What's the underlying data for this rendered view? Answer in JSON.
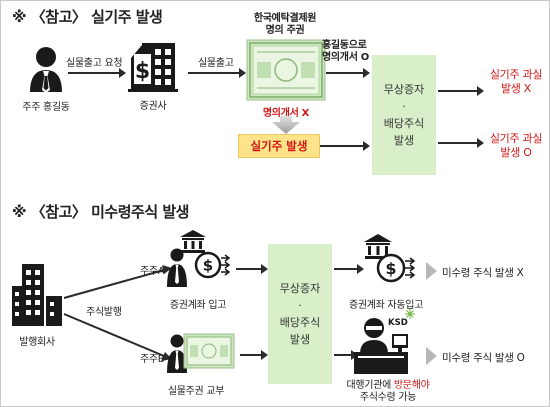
{
  "section1": {
    "title": "※ 〈참고〉 실기주 발생",
    "shareholder_label": "주주 홍길동",
    "arrow1_label": "실물출고 요청",
    "broker_label": "증권사",
    "arrow2_label": "실물출고",
    "ksd_title_line1": "한국예탁결제원",
    "ksd_title_line2": "명의 주권",
    "name_transfer_no": "명의개서 X",
    "name_transfer_yes_line1": "홍길동으로",
    "name_transfer_yes_line2": "명의개서 O",
    "unclaimed_box": "실기주 발생",
    "green_line1": "무상증자",
    "green_line2": "·",
    "green_line3": "배당주식",
    "green_line4": "발생",
    "result1_line1": "실기주 과실",
    "result1_line2": "발생 X",
    "result2_line1": "실기주 과실",
    "result2_line2": "발생 O"
  },
  "section2": {
    "title": "※ 〈참고〉 미수령주식 발생",
    "issuer_label": "발행회사",
    "issue_label": "주식발행",
    "holder_a": "주주A",
    "holder_b": "주주B",
    "a_label": "증권계좌 입고",
    "b_label": "실물주권 교부",
    "green_line1": "무상증자",
    "green_line2": "·",
    "green_line3": "배당주식",
    "green_line4": "발생",
    "auto_label": "증권계좌 자동입고",
    "ksd_badge": "KSD",
    "visit_line1_a": "대행기관에 ",
    "visit_line1_b": "방문해야",
    "visit_line2": "주식수령 가능",
    "result1": "미수령 주식 발생 X",
    "result2": "미수령 주식 발생 O"
  },
  "colors": {
    "green": "#d8efc9",
    "yellow": "#ffe38a",
    "red": "#d01818"
  }
}
